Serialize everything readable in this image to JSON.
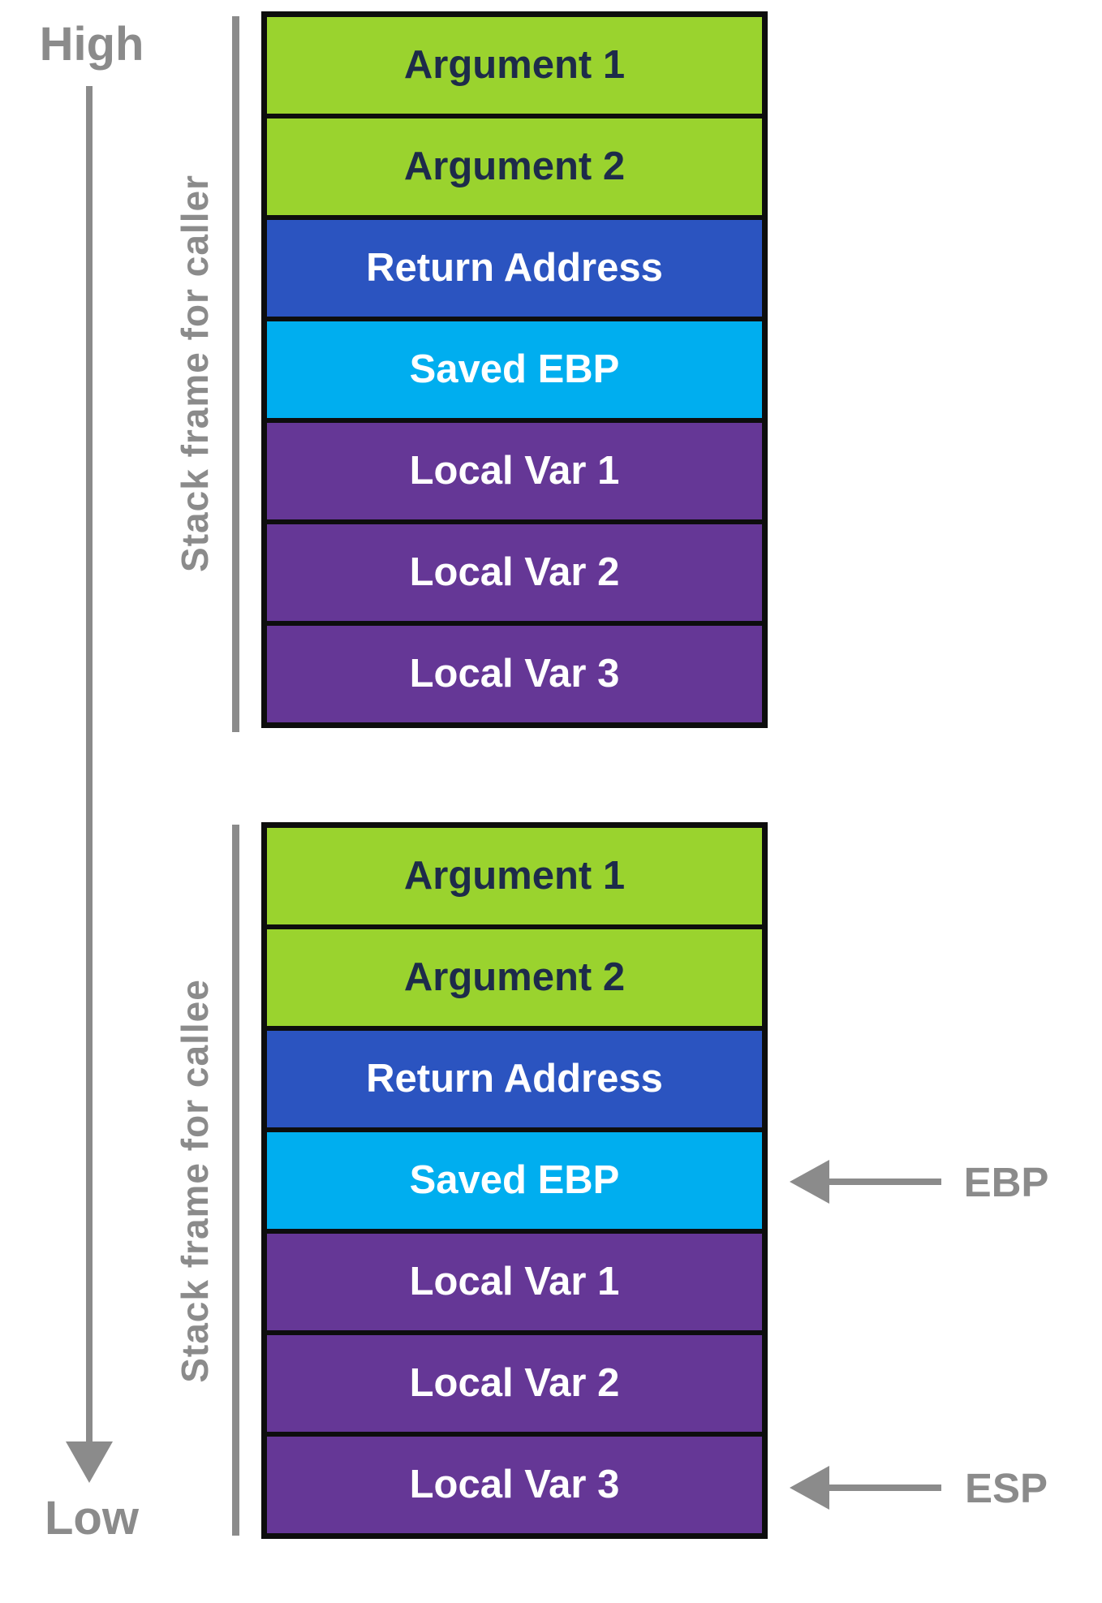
{
  "palette": {
    "green": "#9ad32e",
    "blue": "#2b54c0",
    "cyan": "#00aeef",
    "purple": "#653796",
    "gray": "#8b8b8b",
    "navy_text": "#1d2b4a",
    "white_text": "#ffffff",
    "border_black": "#0d0d0d"
  },
  "memory_direction": {
    "top_label": "High",
    "bottom_label": "Low"
  },
  "frames": [
    {
      "label": "Stack frame for caller",
      "rows": [
        {
          "label": "Argument 1",
          "color": "#9ad32e",
          "text_color": "#1d2b4a"
        },
        {
          "label": "Argument 2",
          "color": "#9ad32e",
          "text_color": "#1d2b4a"
        },
        {
          "label": "Return Address",
          "color": "#2b54c0",
          "text_color": "#ffffff"
        },
        {
          "label": "Saved EBP",
          "color": "#00aeef",
          "text_color": "#ffffff"
        },
        {
          "label": "Local Var 1",
          "color": "#653796",
          "text_color": "#ffffff"
        },
        {
          "label": "Local Var 2",
          "color": "#653796",
          "text_color": "#ffffff"
        },
        {
          "label": "Local Var 3",
          "color": "#653796",
          "text_color": "#ffffff"
        }
      ]
    },
    {
      "label": "Stack frame for callee",
      "rows": [
        {
          "label": "Argument 1",
          "color": "#9ad32e",
          "text_color": "#1d2b4a"
        },
        {
          "label": "Argument 2",
          "color": "#9ad32e",
          "text_color": "#1d2b4a"
        },
        {
          "label": "Return Address",
          "color": "#2b54c0",
          "text_color": "#ffffff"
        },
        {
          "label": "Saved EBP",
          "color": "#00aeef",
          "text_color": "#ffffff"
        },
        {
          "label": "Local Var 1",
          "color": "#653796",
          "text_color": "#ffffff"
        },
        {
          "label": "Local Var 2",
          "color": "#653796",
          "text_color": "#ffffff"
        },
        {
          "label": "Local Var 3",
          "color": "#653796",
          "text_color": "#ffffff"
        }
      ]
    }
  ],
  "pointers": [
    {
      "label": "EBP",
      "points_to": "Saved EBP"
    },
    {
      "label": "ESP",
      "points_to": "Local Var 3"
    }
  ]
}
